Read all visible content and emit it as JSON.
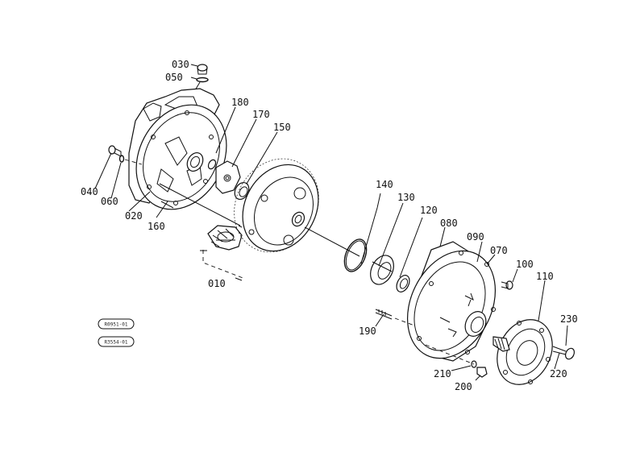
{
  "labels": {
    "p010": "010",
    "p020": "020",
    "p030": "030",
    "p040": "040",
    "p050": "050",
    "p060": "060",
    "p070": "070",
    "p080": "080",
    "p090": "090",
    "p100": "100",
    "p110": "110",
    "p120": "120",
    "p130": "130",
    "p140": "140",
    "p150": "150",
    "p160": "160",
    "p170": "170",
    "p180": "180",
    "p190": "190",
    "p200": "200",
    "p210": "210",
    "p220": "220",
    "p230": "230"
  },
  "stamps": {
    "top": "R0951-01",
    "bottom": "R3554-01"
  }
}
